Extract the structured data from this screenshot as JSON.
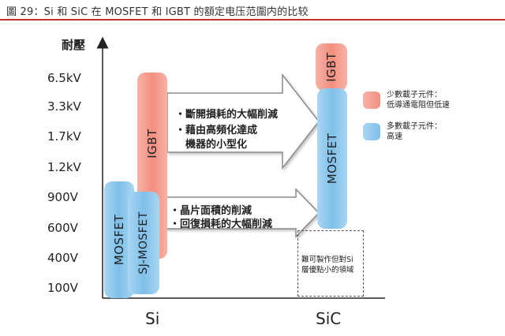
{
  "figure": {
    "title": "圖 29：Si 和 SiC 在 MOSFET 和 IGBT 的額定电压范圍内的比较"
  },
  "y_axis": {
    "title": "耐壓",
    "ticks": [
      "6.5kV",
      "3.3kV",
      "1.7kV",
      "1.2kV",
      "900V",
      "600V",
      "400V",
      "100V"
    ]
  },
  "x_axis": {
    "labels": [
      "Si",
      "SiC"
    ]
  },
  "bars": {
    "si_igbt": "IGBT",
    "si_sj_mosfet": "SJ-MOSFET",
    "si_mosfet": "MOSFET",
    "sic_igbt": "IGBT",
    "sic_mosfet": "MOSFET"
  },
  "arrows": {
    "upper": {
      "bullet1": "・斷開損耗的大幅削減",
      "bullet2_line1": "・藉由高頻化達成",
      "bullet2_line2": "機器的小型化"
    },
    "lower": {
      "bullet1": "・晶片面積的削減",
      "bullet2": "・回復損耗的大幅削減"
    }
  },
  "legend": {
    "minority_line1": "少數載子元件：",
    "minority_line2": "低導通電阻但低速",
    "majority_line1": "多數載子元件：",
    "majority_line2": "高速"
  },
  "note": {
    "line1": "難可製作但對Si",
    "line2": "層優點小的領域"
  },
  "colors": {
    "red_bar": "#f4a497",
    "blue_bar": "#8ec8ee",
    "title_rule": "#c4312a",
    "arrow_fill": "#ffffff",
    "arrow_stroke": "#999999"
  }
}
